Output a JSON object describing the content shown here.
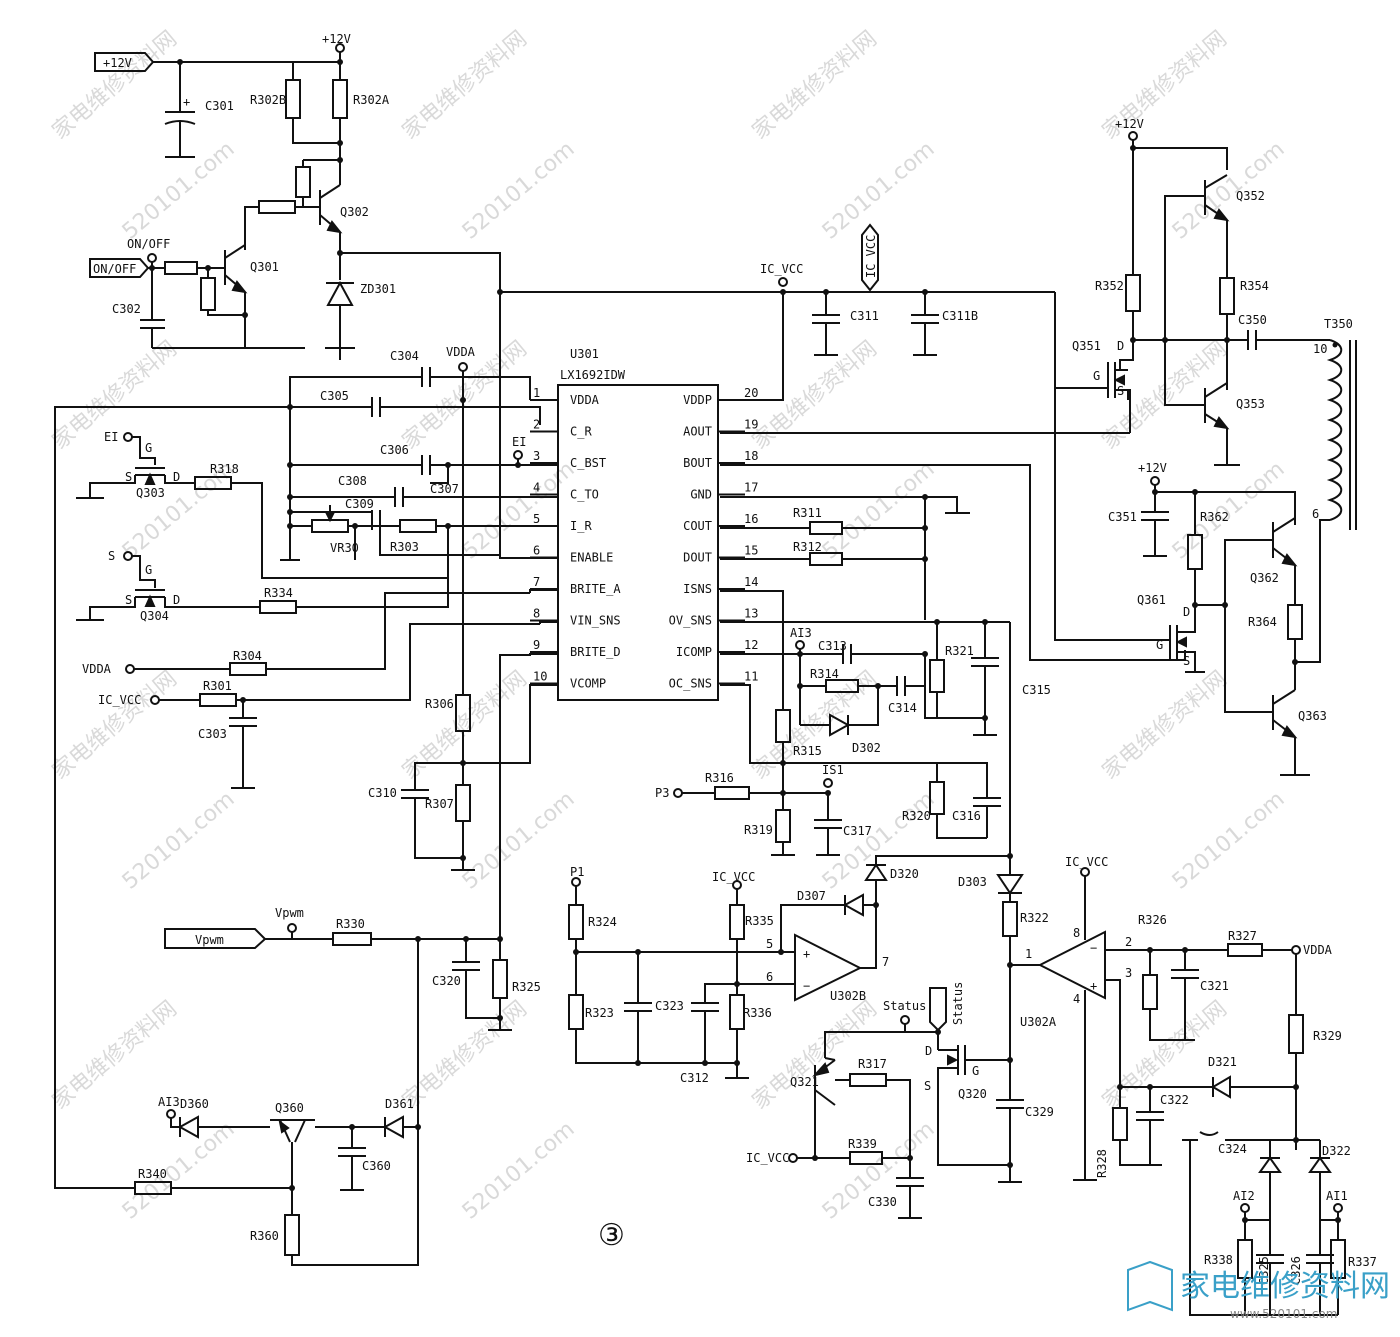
{
  "chip": {
    "ref": "U301",
    "part": "LX1692IDW",
    "left_pins": [
      {
        "num": "1",
        "name": "VDDA"
      },
      {
        "num": "2",
        "name": "C_R"
      },
      {
        "num": "3",
        "name": "C_BST"
      },
      {
        "num": "4",
        "name": "C_TO"
      },
      {
        "num": "5",
        "name": "I_R"
      },
      {
        "num": "6",
        "name": "ENABLE"
      },
      {
        "num": "7",
        "name": "BRITE_A"
      },
      {
        "num": "8",
        "name": "VIN_SNS"
      },
      {
        "num": "9",
        "name": "BRITE_D"
      },
      {
        "num": "10",
        "name": "VCOMP"
      }
    ],
    "right_pins": [
      {
        "num": "20",
        "name": "VDDP"
      },
      {
        "num": "19",
        "name": "AOUT"
      },
      {
        "num": "18",
        "name": "BOUT"
      },
      {
        "num": "17",
        "name": "GND"
      },
      {
        "num": "16",
        "name": "COUT"
      },
      {
        "num": "15",
        "name": "DOUT"
      },
      {
        "num": "14",
        "name": "ISNS"
      },
      {
        "num": "13",
        "name": "OV_SNS"
      },
      {
        "num": "12",
        "name": "ICOMP"
      },
      {
        "num": "11",
        "name": "OC_SNS"
      }
    ]
  },
  "ports": {
    "p12v": "+12V",
    "onoff": "ON/OFF",
    "vpwm": "Vpwm",
    "ic_vcc": "IC VCC",
    "status": "Status"
  },
  "labels": {
    "C301": "C301",
    "R302B": "R302B",
    "R302A": "R302A",
    "Q302": "Q302",
    "Q301": "Q301",
    "ZD301": "ZD301",
    "C302": "C302",
    "ON_OFF_lbl": "ON/OFF",
    "p12v_top": "+12V",
    "C304": "C304",
    "VDDA_top": "VDDA",
    "C305": "C305",
    "EI_lbl": "EI",
    "EI_node": "EI",
    "C306": "C306",
    "C307": "C307",
    "C308": "C308",
    "C309": "C309",
    "R318": "R318",
    "Q303": "Q303",
    "VR30": "VR30",
    "R303": "R303",
    "S_lbl": "S",
    "Q304": "Q304",
    "R334": "R334",
    "VDDA_left": "VDDA",
    "R304": "R304",
    "IC_VCC_left": "IC_VCC",
    "R301": "R301",
    "C303": "C303",
    "R306": "R306",
    "C310": "C310",
    "R307": "R307",
    "IC_VCC_mid": "IC_VCC",
    "C311": "C311",
    "C311B": "C311B",
    "p12v_right": "+12V",
    "Q352": "Q352",
    "R352": "R352",
    "R354": "R354",
    "C350": "C350",
    "T350": "T350",
    "Q351": "Q351",
    "Q353": "Q353",
    "p12v_r2": "+12V",
    "C351": "C351",
    "R362": "R362",
    "Q362": "Q362",
    "Q361": "Q361",
    "R364": "R364",
    "Q363": "Q363",
    "R311": "R311",
    "R312": "R312",
    "AI3_mid": "AI3",
    "C313": "C313",
    "R314": "R314",
    "C314": "C314",
    "R321": "R321",
    "C315": "C315",
    "R315": "R315",
    "D302": "D302",
    "P3": "P3",
    "R316": "R316",
    "IS1": "IS1",
    "R319": "R319",
    "C317": "C317",
    "R320": "R320",
    "C316": "C316",
    "D320": "D320",
    "D303": "D303",
    "R322": "R322",
    "P1": "P1",
    "R324": "R324",
    "IC_VCC_u302": "IC_VCC",
    "R335": "R335",
    "D307": "D307",
    "U302B": "U302B",
    "R323": "R323",
    "C323": "C323",
    "R336": "R336",
    "C312": "C312",
    "IC_VCC_u302a": "IC_VCC",
    "R326": "R326",
    "R327": "R327",
    "VDDA_right": "VDDA",
    "U302A": "U302A",
    "C321": "C321",
    "R329": "R329",
    "Status_lbl": "Status",
    "Q321": "Q321",
    "R317": "R317",
    "Q320": "Q320",
    "C329": "C329",
    "IC_VCC_bot": "IC_VCC",
    "R339": "R339",
    "C330": "C330",
    "D321": "D321",
    "R328": "R328",
    "C322": "C322",
    "C324": "C324",
    "D322": "D322",
    "AI2": "AI2",
    "AI1": "AI1",
    "R338": "R338",
    "C325": "C325",
    "C326": "C326",
    "R337": "R337",
    "Vpwm_lbl": "Vpwm",
    "R330": "R330",
    "C320": "C320",
    "R325": "R325",
    "AI3_bot": "AI3",
    "D360": "D360",
    "Q360": "Q360",
    "D361": "D361",
    "C360": "C360",
    "R340": "R340",
    "R360": "R360",
    "page_marker": "③",
    "pin_D": "D",
    "pin_G": "G",
    "pin_S": "S",
    "op_5": "5",
    "op_6": "6",
    "op_7": "7",
    "op_1": "1",
    "op_2": "2",
    "op_3": "3",
    "op_4": "4",
    "op_8": "8",
    "t_10": "10",
    "t_6": "6"
  },
  "watermarks": {
    "cn": "家电维修资料网",
    "url": "520101.com"
  },
  "logo": {
    "text": "家电维修资料网",
    "sub": "www.520101.com"
  }
}
